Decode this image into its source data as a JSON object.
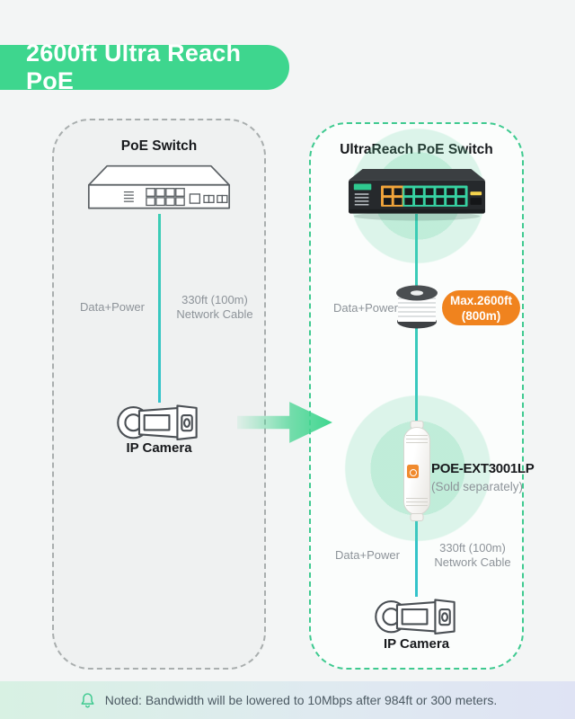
{
  "title": "2600ft Ultra Reach PoE",
  "left_panel": {
    "heading": "PoE Switch",
    "cable_label_left": "Data+Power",
    "cable_label_right_line1": "330ft (100m)",
    "cable_label_right_line2": "Network Cable",
    "camera_label": "IP Camera"
  },
  "right_panel": {
    "heading": "UltraReach PoE Switch",
    "segment1": {
      "cable_label_left": "Data+Power",
      "badge_line1": "Max.2600ft",
      "badge_line2": "(800m)"
    },
    "extender": {
      "name": "POE-EXT3001LP",
      "note": "(Sold separately)"
    },
    "segment2": {
      "cable_label_left": "Data+Power",
      "cable_label_right_line1": "330ft (100m)",
      "cable_label_right_line2": "Network Cable"
    },
    "camera_label": "IP Camera"
  },
  "footer": {
    "note": "Noted: Bandwidth will be lowered to 10Mbps after 984ft or 300 meters."
  },
  "colors": {
    "accent_green": "#3ED68E",
    "badge_orange": "#F0831E",
    "cable_teal": "#35C7C4",
    "panel_border_gray": "#A9AEAE",
    "panel_border_green": "#3FCA90",
    "footer_gradient_left": "#D8F1E3",
    "footer_gradient_right": "#DFE3F4"
  },
  "icons": {
    "note_icon": "bell-icon",
    "transition_icon": "arrow-right-icon",
    "cable_spool_icon": "cable-reel-icon"
  }
}
